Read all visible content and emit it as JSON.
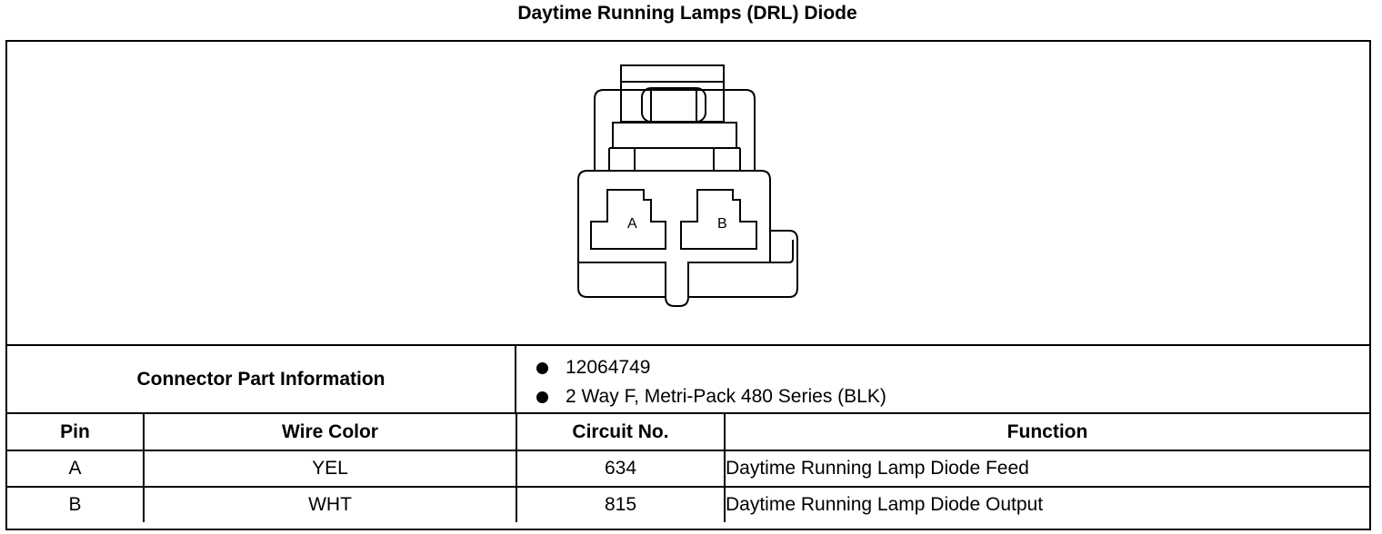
{
  "title": "Daytime Running Lamps (DRL) Diode",
  "diagram": {
    "cavity_labels": [
      "A",
      "B"
    ]
  },
  "connector_info": {
    "label": "Connector Part Information",
    "items": [
      "12064749",
      "2 Way F, Metri-Pack 480 Series (BLK)"
    ]
  },
  "pin_table": {
    "headers": {
      "pin": "Pin",
      "wire_color": "Wire Color",
      "circuit": "Circuit No.",
      "function": "Function"
    },
    "rows": [
      {
        "pin": "A",
        "wire_color": "YEL",
        "circuit": "634",
        "function": "Daytime Running Lamp Diode Feed"
      },
      {
        "pin": "B",
        "wire_color": "WHT",
        "circuit": "815",
        "function": "Daytime Running Lamp Diode Output"
      }
    ]
  }
}
